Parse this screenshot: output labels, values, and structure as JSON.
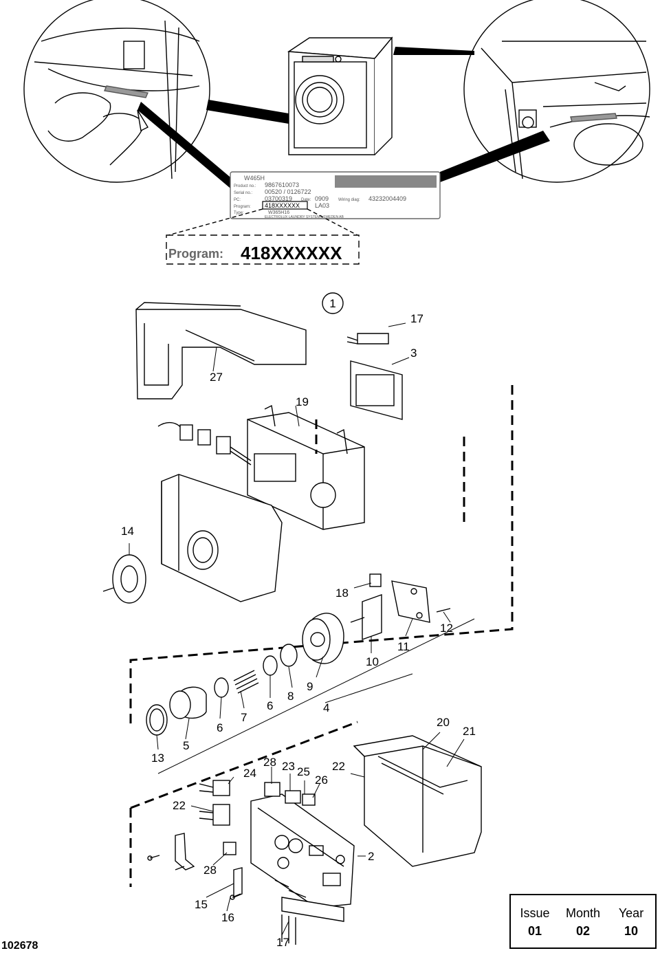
{
  "rating_plate": {
    "model": "W465H",
    "product_no_label": "Product no.:",
    "product_no": "9867610073",
    "serial_no_label": "Serial no.:",
    "serial_no": "00520 / 0126722",
    "pc_label": "PC:",
    "pc_value": "03700319",
    "date_label": "Date:",
    "date_value": "0909",
    "wiring_label": "Wiring diag:",
    "wiring_value": "43232004409",
    "program_label": "Program:",
    "program_value": "418XXXXXX",
    "la_value": "LA03",
    "type_label": "Type:",
    "type_value": "W365H16",
    "manufacturer": "ELECTROLUX LAUNDRY SYSTEMS SWEDEN AB"
  },
  "zoom": {
    "program_label": "Program:",
    "program_value": "418XXXXXX"
  },
  "group_marker": "1",
  "part_labels": [
    "17",
    "3",
    "27",
    "19",
    "14",
    "18",
    "12",
    "11",
    "10",
    "9",
    "8",
    "6",
    "7",
    "4",
    "6",
    "5",
    "13",
    "20",
    "21",
    "22",
    "24",
    "28",
    "23",
    "25",
    "26",
    "22",
    "2",
    "28",
    "15",
    "16",
    "17"
  ],
  "issue_block": {
    "headers": [
      "Issue",
      "Month",
      "Year"
    ],
    "values": [
      "01",
      "02",
      "10"
    ]
  },
  "document_number": "102678"
}
